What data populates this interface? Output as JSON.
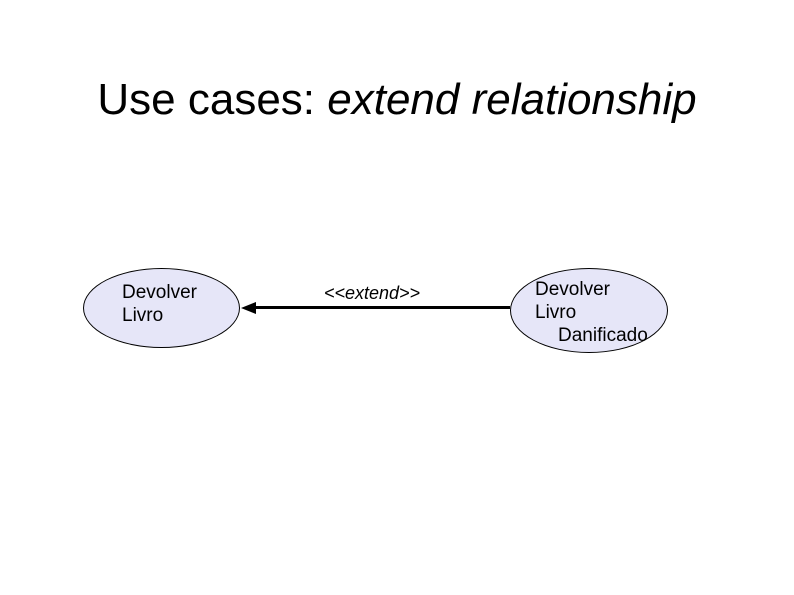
{
  "slide": {
    "title": {
      "prefix": "Use cases: ",
      "emphasis": "extend relationship"
    },
    "diagram": {
      "base_usecase": {
        "lines": [
          "Devolver",
          "Livro"
        ]
      },
      "extension_usecase": {
        "lines": [
          "Devolver",
          "Livro",
          "Danificado"
        ]
      },
      "connector": {
        "stereotype_label": "<<extend>>",
        "direction": "right-to-left"
      }
    },
    "colors": {
      "background": "#ffffff",
      "text": "#000000",
      "usecase_fill": "#e6e6f8",
      "usecase_border": "#000000",
      "connector": "#000000"
    }
  }
}
